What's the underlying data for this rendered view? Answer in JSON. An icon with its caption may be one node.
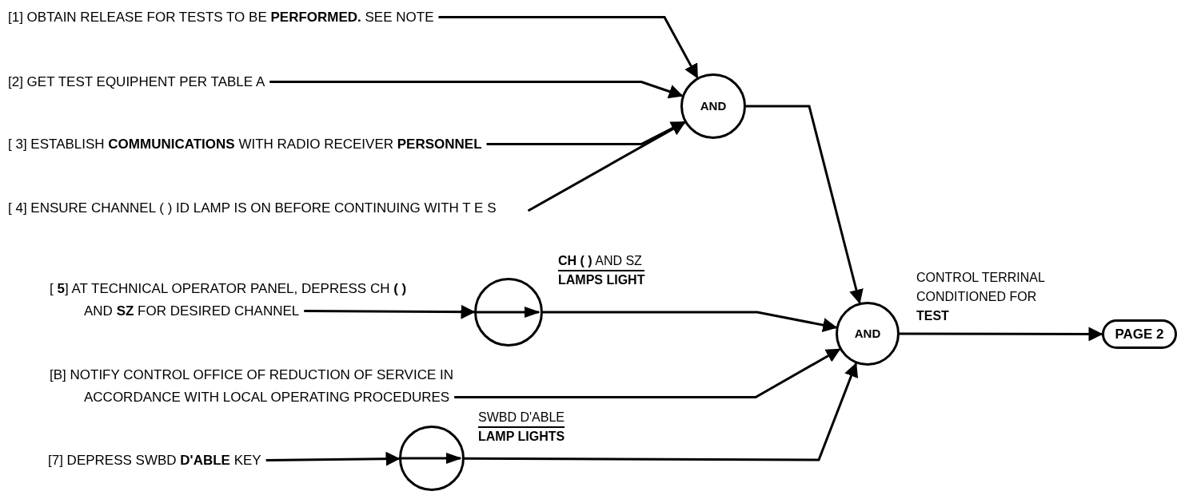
{
  "diagram": {
    "nodes": [
      {
        "text": [
          "[1] OBTAIN RELEASE FOR TESTS TO BE **PERFORMED.** SEE NOTE"
        ]
      },
      {
        "text": [
          "[2] GET TEST EQUIPHENT PER TABLE A"
        ]
      },
      {
        "text": [
          "[ 3] ESTABLISH **COMMUNICATIONS** WITH RADIO RECEIVER **PERSONNEL**"
        ]
      },
      {
        "text": [
          "[ 4] ENSURE CHANNEL ( ) ID LAMP IS ON BEFORE CONTINUING WITH T E S"
        ]
      },
      {
        "text": [
          "AND"
        ]
      },
      {
        "text": [
          "[ **5**] AT TECHNICAL OPERATOR PANEL, DEPRESS CH **( )** AND **SZ** FOR DESIRED CHANNEL"
        ]
      },
      {
        "text": [],
        "shape": "circle",
        "beside": [
          "**CH ( )** AND SZ",
          "LAMPS LIGHT"
        ]
      },
      {
        "text": [
          "[B] NOTIFY CONTROL OFFICE OF REDUCTION OF SERVICE IN ACCORDANCE WITH LOCAL OPERATING PROCEDURES"
        ]
      },
      {
        "text": [
          "[7] DEPRESS SWBD **D'ABLE** KEY"
        ]
      },
      {
        "text": [],
        "shape": "circle",
        "beside": [
          "SWBD D'ABLE",
          "LAMP LIGHTS"
        ]
      },
      {
        "text": [
          "AND"
        ]
      },
      {
        "text": [
          "PAGE 2"
        ]
      }
    ],
    "edges": [
      {
        "from": 0,
        "to": 4,
        "arrow": "to"
      },
      {
        "from": 1,
        "to": 4,
        "arrow": "to"
      },
      {
        "from": 2,
        "to": 4,
        "arrow": "to"
      },
      {
        "from": 3,
        "to": 4,
        "arrow": "to"
      },
      {
        "from": 4,
        "to": 10,
        "arrow": "to"
      },
      {
        "from": 5,
        "to": 6,
        "arrow": "to"
      },
      {
        "from": 6,
        "to": 10,
        "arrow": "to"
      },
      {
        "from": 7,
        "to": 10,
        "arrow": "to"
      },
      {
        "from": 8,
        "to": 9,
        "arrow": "to"
      },
      {
        "from": 9,
        "to": 10,
        "arrow": "to"
      },
      {
        "from": 10,
        "to": 11,
        "arrow": "to",
        "label": "CONTROL TERRINAL CONDITIONED FOR **TEST**"
      }
    ]
  }
}
